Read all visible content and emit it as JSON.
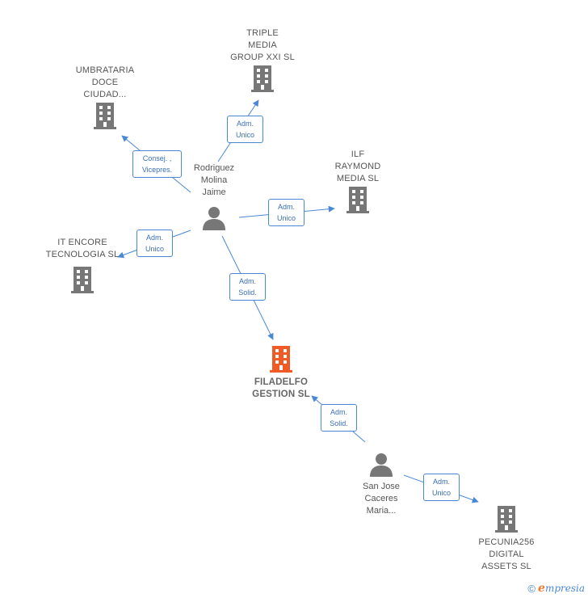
{
  "colors": {
    "company": "#777777",
    "focus": "#f05a24",
    "person": "#777777",
    "edge": "#4a88d6"
  },
  "nodes": {
    "triple": {
      "label": "TRIPLE\nMEDIA\nGROUP XXI  SL"
    },
    "umbrataria": {
      "label": "UMBRATARIA\nDOCE\nCIUDAD..."
    },
    "ilf": {
      "label": "ILF\nRAYMOND\nMEDIA  SL"
    },
    "itencore": {
      "label": "IT ENCORE\nTECNOLOGIA SL"
    },
    "rodriguez": {
      "label": "Rodriguez\nMolina\nJaime"
    },
    "filadelfo": {
      "label": "FILADELFO\nGESTION  SL"
    },
    "sanjose": {
      "label": "San Jose\nCaceres\nMaria..."
    },
    "pecunia": {
      "label": "PECUNIA256\nDIGITAL\nASSETS  SL"
    }
  },
  "edges": {
    "e1": {
      "label": "Adm.\nUnico"
    },
    "e2": {
      "label": "Consej. ,\nVicepres."
    },
    "e3": {
      "label": "Adm.\nUnico"
    },
    "e4": {
      "label": "Adm.\nUnico"
    },
    "e5": {
      "label": "Adm.\nSolid."
    },
    "e6": {
      "label": "Adm.\nSolid."
    },
    "e7": {
      "label": "Adm.\nUnico"
    }
  },
  "brand": {
    "copyright": "©",
    "e": "e",
    "rest": "mpresia"
  }
}
